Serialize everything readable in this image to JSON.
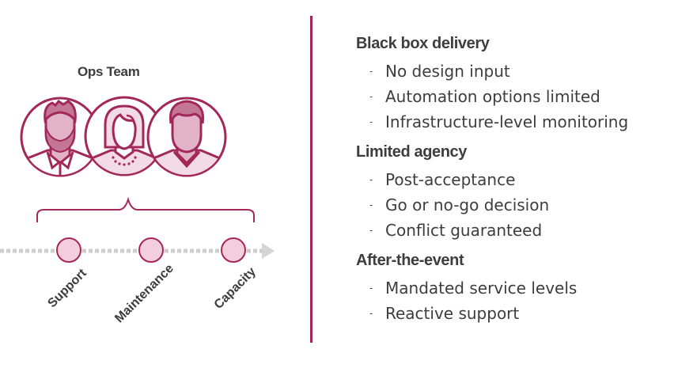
{
  "team": {
    "title": "Ops Team",
    "members": [
      {
        "name": "bearded-man-avatar"
      },
      {
        "name": "woman-avatar"
      },
      {
        "name": "man-avatar"
      }
    ]
  },
  "timeline": {
    "stages": [
      {
        "label": "Support"
      },
      {
        "label": "Maintenance"
      },
      {
        "label": "Capacity"
      }
    ]
  },
  "colors": {
    "accent": "#a3285a",
    "avatar_fill_light": "#f3dbe5",
    "avatar_fill_mid": "#e2b3c6",
    "avatar_fill_dark": "#c47795",
    "dot_fill": "#f3cfdd",
    "timeline_gray": "#cccccc",
    "text": "#3d3d3d"
  },
  "sections": [
    {
      "heading": "Black box delivery",
      "bullets": [
        "No design input",
        "Automation options limited",
        "Infrastructure-level monitoring"
      ]
    },
    {
      "heading": "Limited agency",
      "bullets": [
        "Post-acceptance",
        "Go or no-go decision",
        "Conflict guaranteed"
      ]
    },
    {
      "heading": "After-the-event",
      "bullets": [
        "Mandated service levels",
        "Reactive support"
      ]
    }
  ],
  "bullet_marker": "-"
}
